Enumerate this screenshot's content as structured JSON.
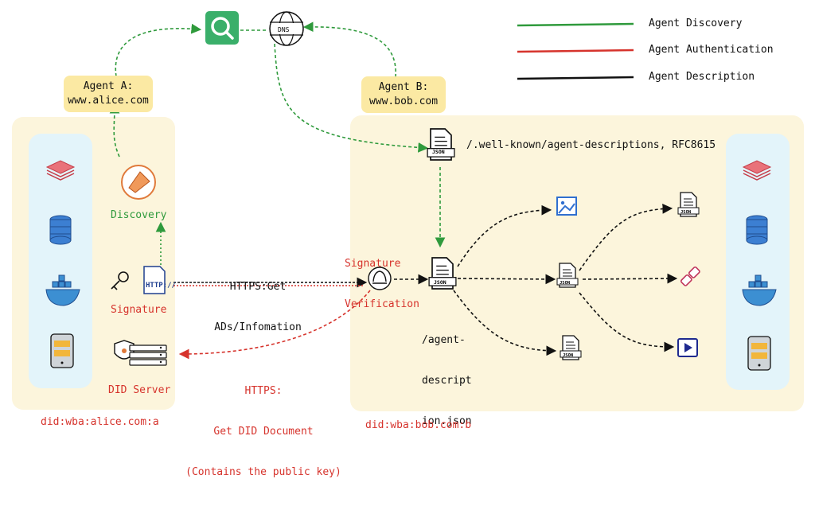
{
  "legend": [
    {
      "label": "Agent Discovery",
      "color": "#2f9a3c"
    },
    {
      "label": "Agent Authentication",
      "color": "#d6332c"
    },
    {
      "label": "Agent Description",
      "color": "#111111"
    }
  ],
  "top": {
    "dns_label": "DNS",
    "search_icon": "search-icon"
  },
  "agent_a": {
    "line1": "Agent A:",
    "line2": "www.alice.com"
  },
  "agent_b": {
    "line1": "Agent B:",
    "line2": "www.bob.com"
  },
  "left": {
    "discovery_label": "Discovery",
    "signature_label": "Signature",
    "did_server_label": "DID Server",
    "http_label": "HTTP://",
    "did_id": "did:wba:alice.com:a",
    "column_icons": [
      "layers-icon",
      "database-icon",
      "docker-icon",
      "tablet-icon"
    ]
  },
  "middle": {
    "https_get_line1": "HTTPS:Get",
    "https_get_line2": "ADs/Infomation",
    "https_did_line1": "HTTPS:",
    "https_did_line2": "Get DID Document",
    "https_did_line3": "(Contains the public key)",
    "sig_verif_line1": "Signature",
    "sig_verif_line2": "Verification"
  },
  "right": {
    "well_known": "/.well-known/agent-descriptions, RFC8615",
    "agent_desc_line1": "/agent-",
    "agent_desc_line2": "descript",
    "agent_desc_line3": "ion.json",
    "json_tag": "JSON",
    "did_id": "did:wba:bob.com:b",
    "column_icons": [
      "layers-icon",
      "database-icon",
      "docker-icon",
      "tablet-icon"
    ]
  },
  "colors": {
    "green": "#2f9a3c",
    "red": "#d6332c",
    "black": "#111111",
    "panel": "#fcf5dc",
    "column": "#e3f4fa",
    "badge": "#fbe9a3"
  }
}
